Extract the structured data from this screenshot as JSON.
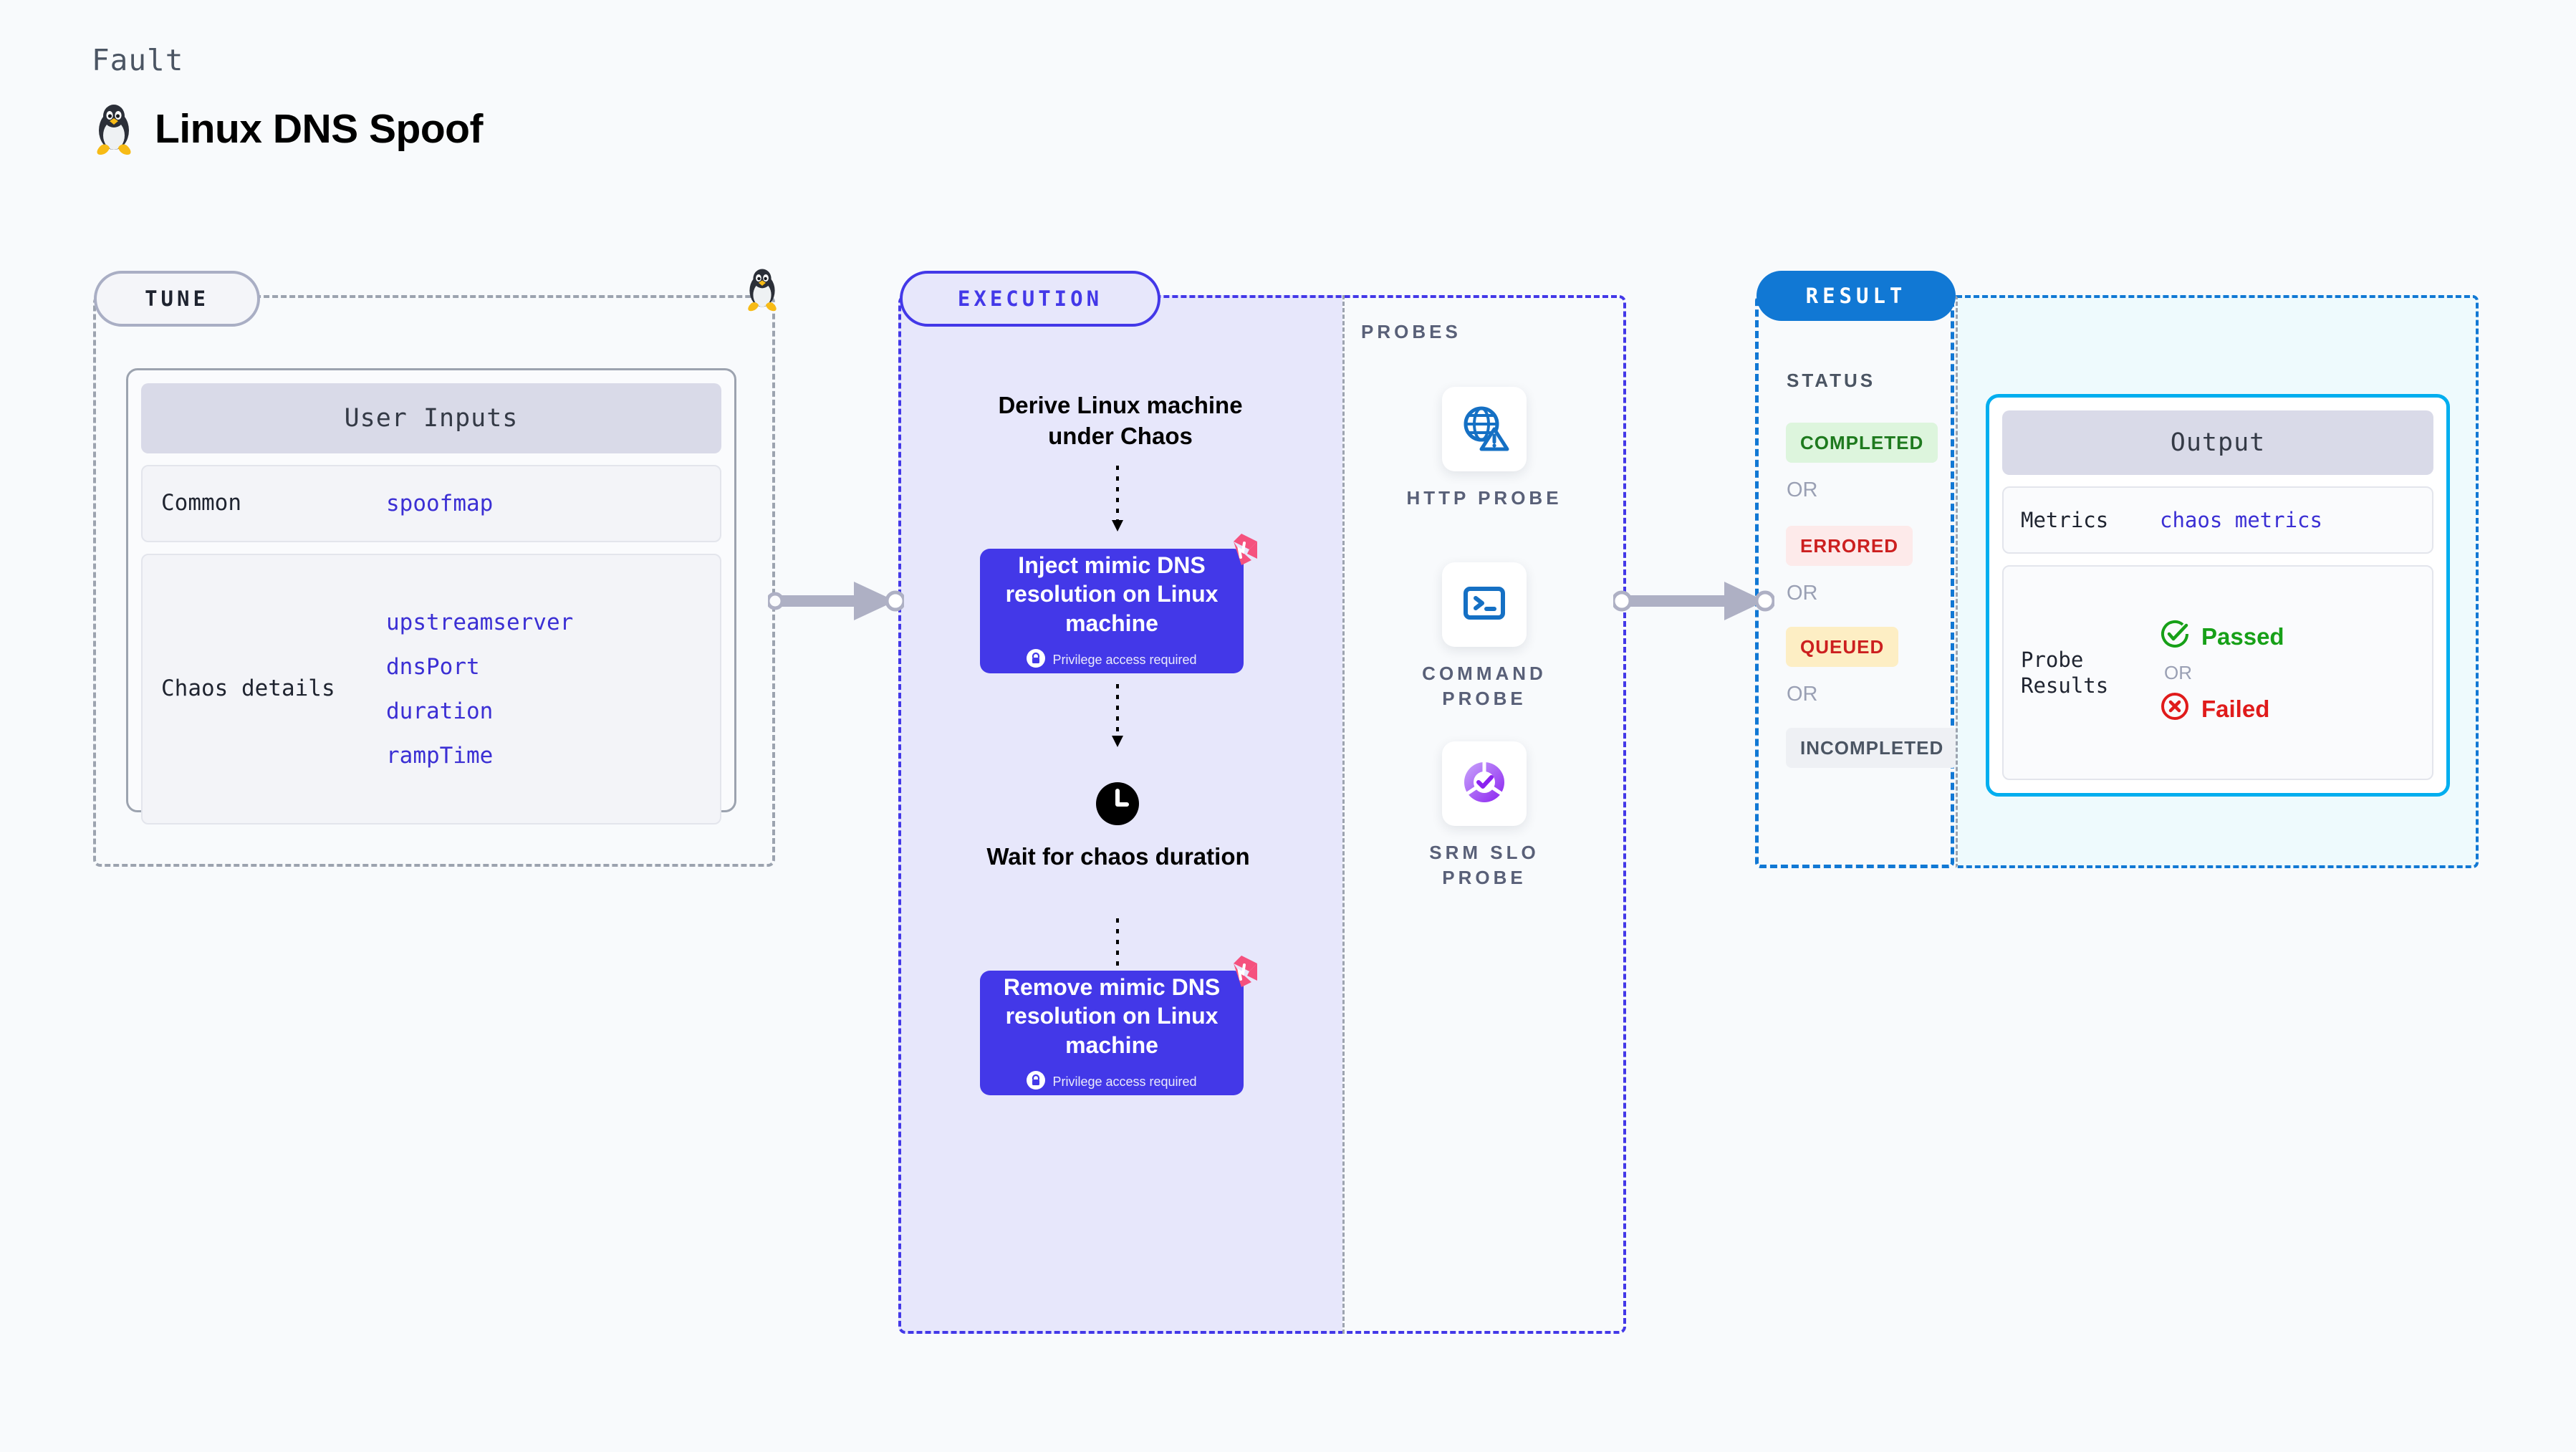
{
  "header": {
    "kicker": "Fault",
    "title": "Linux DNS Spoof",
    "icon": "linux-penguin-icon"
  },
  "tune": {
    "pill_label": "TUNE",
    "card_title": "User Inputs",
    "groups": [
      {
        "label": "Common",
        "values": [
          "spoofmap"
        ]
      },
      {
        "label": "Chaos details",
        "values": [
          "upstreamserver",
          "dnsPort",
          "duration",
          "rampTime"
        ]
      }
    ]
  },
  "execution": {
    "pill_label": "EXECUTION",
    "steps": [
      {
        "type": "plain",
        "label": "Derive Linux machine under Chaos"
      },
      {
        "type": "action",
        "label": "Inject mimic DNS resolution on Linux machine",
        "note": "Privilege access required",
        "badge": "litmus-chaos-icon"
      },
      {
        "type": "wait",
        "label": "Wait for chaos duration",
        "icon": "clock-icon"
      },
      {
        "type": "action",
        "label": "Remove mimic DNS resolution on Linux machine",
        "note": "Privilege access required",
        "badge": "litmus-chaos-icon"
      }
    ]
  },
  "probes": {
    "section_label": "PROBES",
    "items": [
      {
        "name": "HTTP PROBE",
        "icon": "globe-warning-icon"
      },
      {
        "name": "COMMAND PROBE",
        "icon": "terminal-prompt-icon"
      },
      {
        "name": "SRM SLO PROBE",
        "icon": "slo-donut-check-icon"
      }
    ]
  },
  "result": {
    "pill_label": "RESULT",
    "status_label": "STATUS",
    "or_label": "OR",
    "statuses": [
      {
        "label": "COMPLETED",
        "color": "#1e7a1e",
        "bg": "#ddf5dd"
      },
      {
        "label": "ERRORED",
        "color": "#cc1f1f",
        "bg": "#fdeaea"
      },
      {
        "label": "QUEUED",
        "color": "#cc1f1f",
        "bg": "#fdeec4"
      },
      {
        "label": "INCOMPLETED",
        "color": "#4b5563",
        "bg": "#eef0f4"
      }
    ]
  },
  "output": {
    "card_title": "Output",
    "metrics_label": "Metrics",
    "metrics_value": "chaos metrics",
    "probe_results_label": "Probe Results",
    "passed_label": "Passed",
    "failed_label": "Failed",
    "or_label": "OR",
    "passed_color": "#17a018",
    "failed_color": "#e01b1b"
  },
  "colors": {
    "background": "#f8fafc",
    "tune_border": "#9ca3af",
    "execution_accent": "#4338e8",
    "execution_fill": "#e7e7fb",
    "result_accent": "#1178d4",
    "output_fill": "#eefafd",
    "output_card_border": "#00aeef",
    "probe_blue": "#1570c4",
    "chaos_pink": "#f5517e",
    "connector_gray": "#aeb0c4"
  }
}
